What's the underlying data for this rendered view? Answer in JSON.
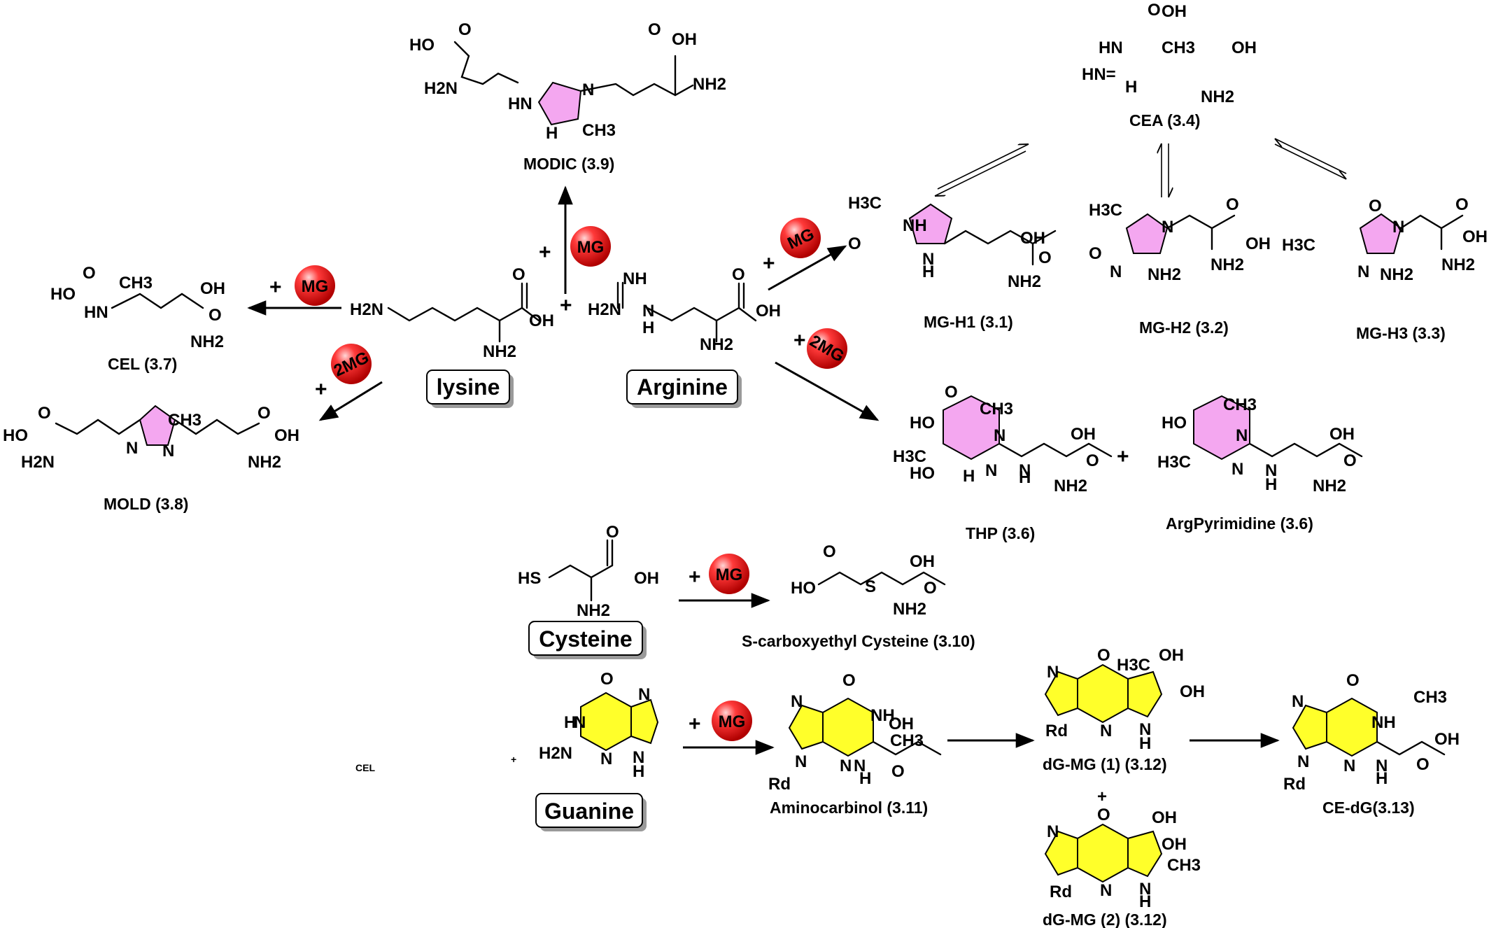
{
  "reagents": {
    "mg": "MG",
    "two_mg": "2MG",
    "plus": "+"
  },
  "amino_acids": {
    "lysine": "lysine",
    "arginine": "Arginine",
    "cysteine": "Cysteine",
    "guanine": "Guanine"
  },
  "products": {
    "modic": "MODIC (3.9)",
    "cea": "CEA (3.4)",
    "mg_h1": "MG-H1 (3.1)",
    "mg_h2": "MG-H2 (3.2)",
    "mg_h3": "MG-H3 (3.3)",
    "cel": "CEL (3.7)",
    "mold": "MOLD (3.8)",
    "thp": "THP (3.6)",
    "argpyrimidine": "ArgPyrimidine (3.6)",
    "s_carboxyethyl_cysteine": "S-carboxyethyl Cysteine (3.10)",
    "aminocarbinol": "Aminocarbinol (3.11)",
    "dg_mg_1": "dG-MG (1)  (3.12)",
    "dg_mg_2": "dG-MG (2)  (3.12)",
    "ce_dg": "CE-dG(3.13)"
  },
  "stray_text": {
    "cel_small": "CEL",
    "plus_small": "+"
  },
  "atoms": {
    "oh": "OH",
    "ho": "HO",
    "nh2": "NH2",
    "h2n": "H2N",
    "ch3": "CH3",
    "h3c": "H3C",
    "hn": "HN",
    "nh": "NH",
    "n": "N",
    "h": "H",
    "o": "O",
    "s": "S",
    "hs": "HS",
    "rd": "Rd",
    "hn_eq": "HN="
  },
  "colors": {
    "imidazolone_ring": "#f4a7f0",
    "purine_ring": "#ffff2a",
    "mg_ball": "#e01010",
    "box_shadow": "#9a9a9a"
  }
}
